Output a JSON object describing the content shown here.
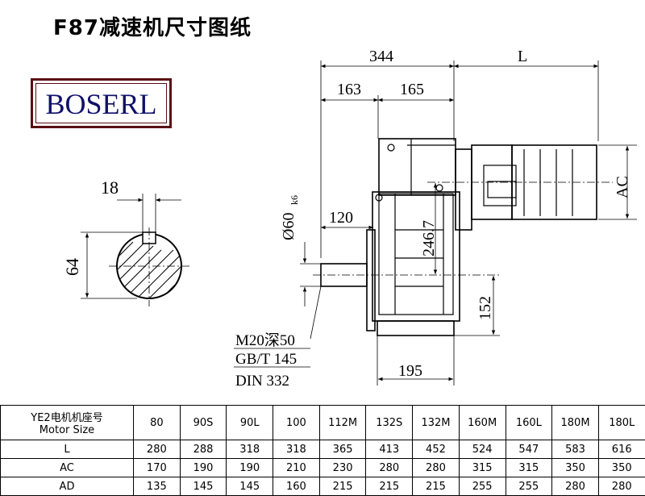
{
  "title": "F87减速机尺寸图纸",
  "logo": {
    "text": "BOSERL"
  },
  "dimensions": {
    "total_width": "344",
    "motor_length": "L",
    "flange_left": "163",
    "flange_right": "165",
    "shaft_length": "120",
    "shaft_dia": "Ø60",
    "shaft_tol": "k6",
    "center_height": "246.7",
    "motor_height": "AC",
    "base_height": "152",
    "base_width": "195",
    "key_width": "18",
    "key_height": "64"
  },
  "notes": [
    "M20深50",
    "GB/T 145",
    "DIN 332"
  ],
  "table": {
    "header_cn": "YE2电机机座号",
    "header_en": "Motor Size",
    "sizes": [
      "80",
      "90S",
      "90L",
      "100",
      "112M",
      "132S",
      "132M",
      "160M",
      "160L",
      "180M",
      "180L"
    ],
    "rows": [
      {
        "label": "L",
        "values": [
          "280",
          "288",
          "318",
          "318",
          "365",
          "413",
          "452",
          "524",
          "547",
          "583",
          "616"
        ]
      },
      {
        "label": "AC",
        "values": [
          "170",
          "190",
          "190",
          "210",
          "230",
          "280",
          "280",
          "315",
          "315",
          "350",
          "350"
        ]
      },
      {
        "label": "AD",
        "values": [
          "135",
          "145",
          "145",
          "160",
          "215",
          "215",
          "215",
          "255",
          "255",
          "280",
          "280"
        ]
      }
    ]
  }
}
